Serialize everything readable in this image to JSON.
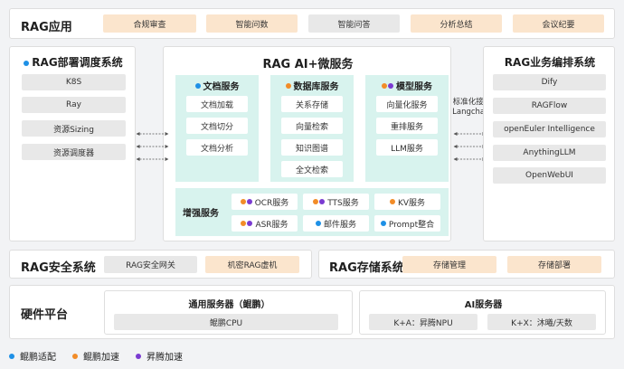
{
  "rag_app": {
    "title": "RAG应用",
    "items": [
      "合规审查",
      "智能问数",
      "智能问答",
      "分析总结",
      "会议纪要"
    ]
  },
  "deploy": {
    "title": "RAG部署调度系统",
    "items": [
      "K8S",
      "Ray",
      "资源Sizing",
      "资源调度器"
    ]
  },
  "ai_micro": {
    "title": "RAG AI+微服务",
    "doc": {
      "title": "文档服务",
      "items": [
        "文档加载",
        "文档切分",
        "文档分析"
      ]
    },
    "db": {
      "title": "数据库服务",
      "items": [
        "关系存储",
        "向量检索",
        "知识图谱",
        "全文检索"
      ]
    },
    "model": {
      "title": "模型服务",
      "items": [
        "向量化服务",
        "重排服务",
        "LLM服务"
      ]
    },
    "enhanced": {
      "title": "增强服务",
      "items": [
        "OCR服务",
        "TTS服务",
        "KV服务",
        "ASR服务",
        "邮件服务",
        "Prompt整合"
      ]
    }
  },
  "interface_label": {
    "line1": "标准化接口",
    "line2": "Langchain"
  },
  "orch": {
    "title": "RAG业务编排系统",
    "items": [
      "Dify",
      "RAGFlow",
      "openEuler Intelligence",
      "AnythingLLM",
      "OpenWebUI"
    ]
  },
  "security": {
    "title": "RAG安全系统",
    "items": [
      "RAG安全网关",
      "机密RAG虚机"
    ]
  },
  "storage": {
    "title": "RAG存储系统",
    "items": [
      "存储管理",
      "存储部署"
    ]
  },
  "hardware": {
    "title": "硬件平台",
    "general": {
      "title": "通用服务器（鲲鹏）",
      "item": "鲲鹏CPU"
    },
    "ai": {
      "title": "AI服务器",
      "items": [
        "K+A：昇腾NPU",
        "K+X：沐曦/天数"
      ]
    }
  },
  "legend": [
    "鲲鹏适配",
    "鲲鹏加速",
    "昇腾加速"
  ],
  "colors": {
    "kunpeng_adapt": "#1e90e6",
    "kunpeng_accel": "#f28c28",
    "ascend_accel": "#7a3bd1"
  }
}
